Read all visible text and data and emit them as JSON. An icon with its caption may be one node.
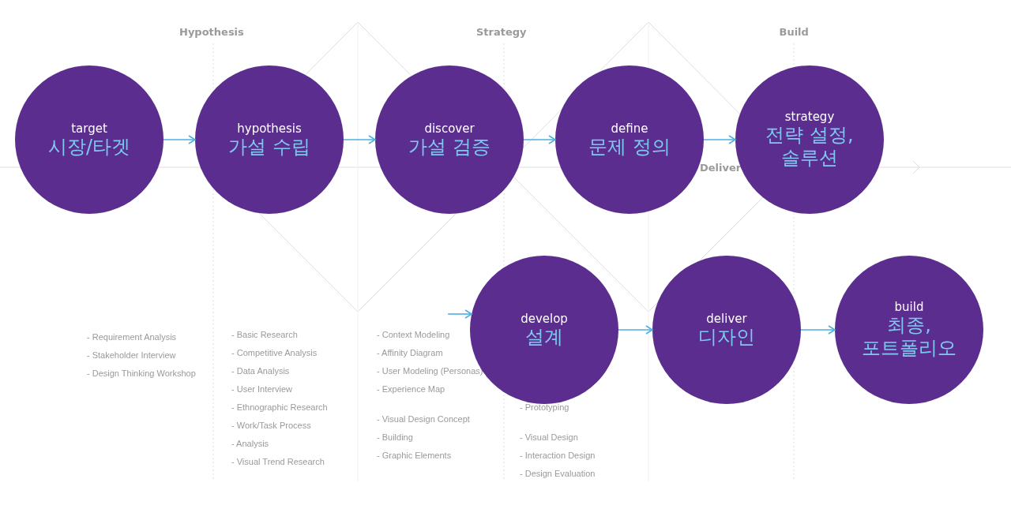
{
  "diagram": {
    "nodes": [
      {
        "text": [
          "target",
          "시장/타겟"
        ]
      },
      {
        "text": [
          "hypothesis",
          "가설 수립"
        ]
      },
      {
        "text": [
          "discover",
          "가설 검증"
        ]
      },
      {
        "text": [
          "define",
          "문제 정의"
        ]
      },
      {
        "text": [
          "strategy",
          "전략 설정, 솔루션"
        ]
      },
      {
        "text": [
          "develop",
          "설계"
        ]
      },
      {
        "text": [
          "deliver",
          "디자인"
        ]
      },
      {
        "text": [
          "build",
          "최종, 포트폴리오"
        ]
      }
    ],
    "edges": [
      {
        "from": 0,
        "to": 1,
        "arrow": "to"
      },
      {
        "from": 1,
        "to": 2,
        "arrow": "to"
      },
      {
        "from": 2,
        "to": 3,
        "arrow": "to"
      },
      {
        "from": 3,
        "to": 4,
        "arrow": "to"
      },
      {
        "from": null,
        "to": 5,
        "arrow": "to"
      },
      {
        "from": 5,
        "to": 6,
        "arrow": "to"
      },
      {
        "from": 6,
        "to": 7,
        "arrow": "to"
      }
    ],
    "labels": [
      "Hypothesis",
      "Strategy",
      "Build",
      "Deliver",
      "- Requirement Analysis",
      "- Stakeholder Interview",
      "- Design Thinking Workshop",
      "- Basic Research",
      "- Competitive Analysis",
      "- Data Analysis",
      "- User Interview",
      "- Ethnographic Research",
      "- Work/Task Process",
      "- Analysis",
      "- Visual Trend  Research",
      "- Context Modeling",
      "- Affinity Diagram",
      "- User Modeling (Personas)",
      "- Experience Map",
      "- Visual Design Concept",
      "- Building",
      "- Graphic Elements",
      "- Prototyping",
      "- Visual Design",
      "- Interaction Design",
      "- Design Evaluation"
    ]
  }
}
